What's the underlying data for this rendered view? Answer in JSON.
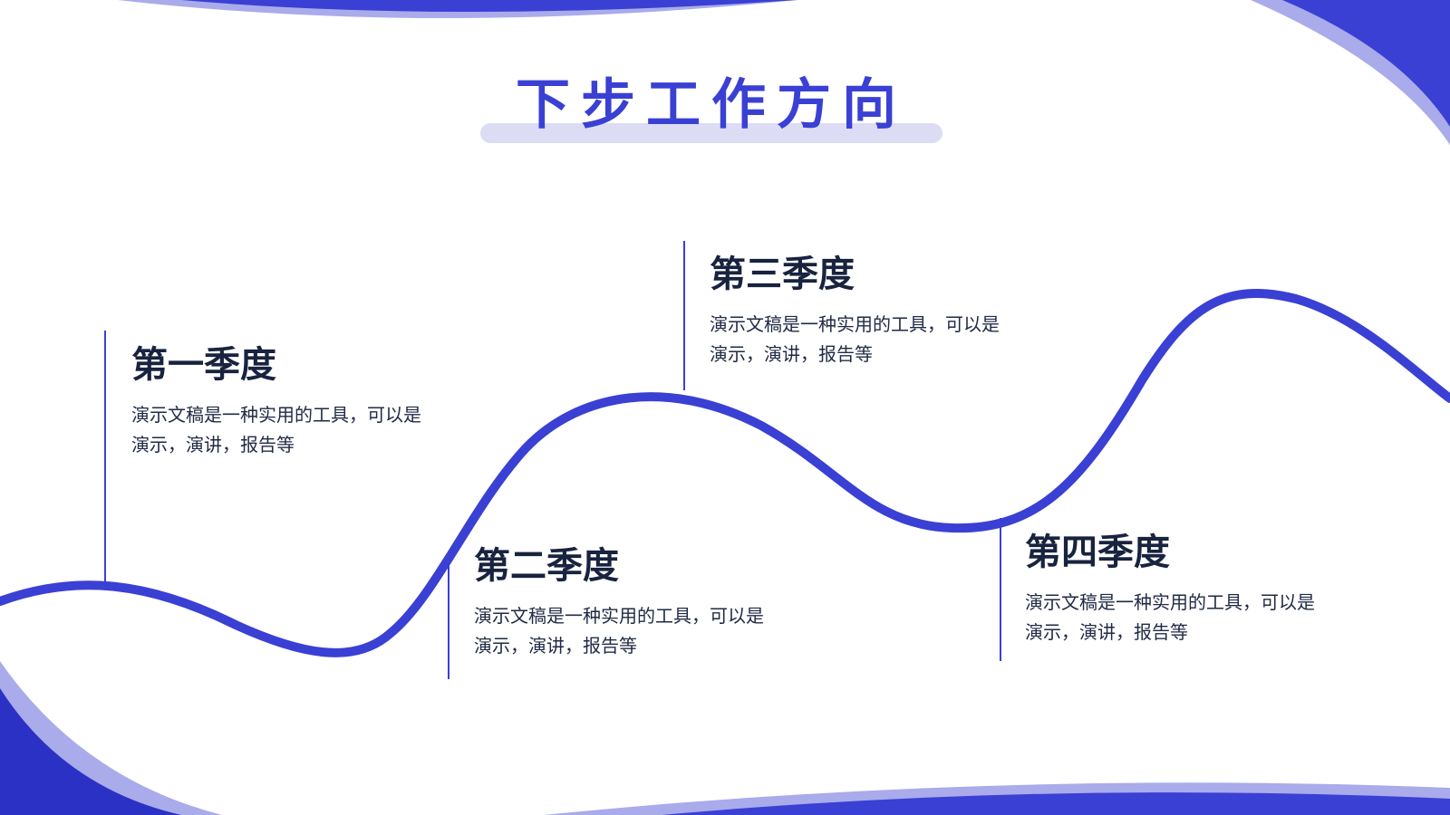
{
  "title": "下步工作方向",
  "colors": {
    "accent": "#3a40d3",
    "accent_light": "#a9abeb",
    "title_underline": "#dcdcf5",
    "heading_text": "#18233f",
    "body_text": "#1f2a44"
  },
  "quarters": [
    {
      "heading": "第一季度",
      "desc_line1": "演示文稿是一种实用的工具，可以是",
      "desc_line2": "演示，演讲，报告等"
    },
    {
      "heading": "第二季度",
      "desc_line1": "演示文稿是一种实用的工具，可以是",
      "desc_line2": "演示，演讲，报告等"
    },
    {
      "heading": "第三季度",
      "desc_line1": "演示文稿是一种实用的工具，可以是",
      "desc_line2": "演示，演讲，报告等"
    },
    {
      "heading": "第四季度",
      "desc_line1": "演示文稿是一种实用的工具，可以是",
      "desc_line2": "演示，演讲，报告等"
    }
  ]
}
